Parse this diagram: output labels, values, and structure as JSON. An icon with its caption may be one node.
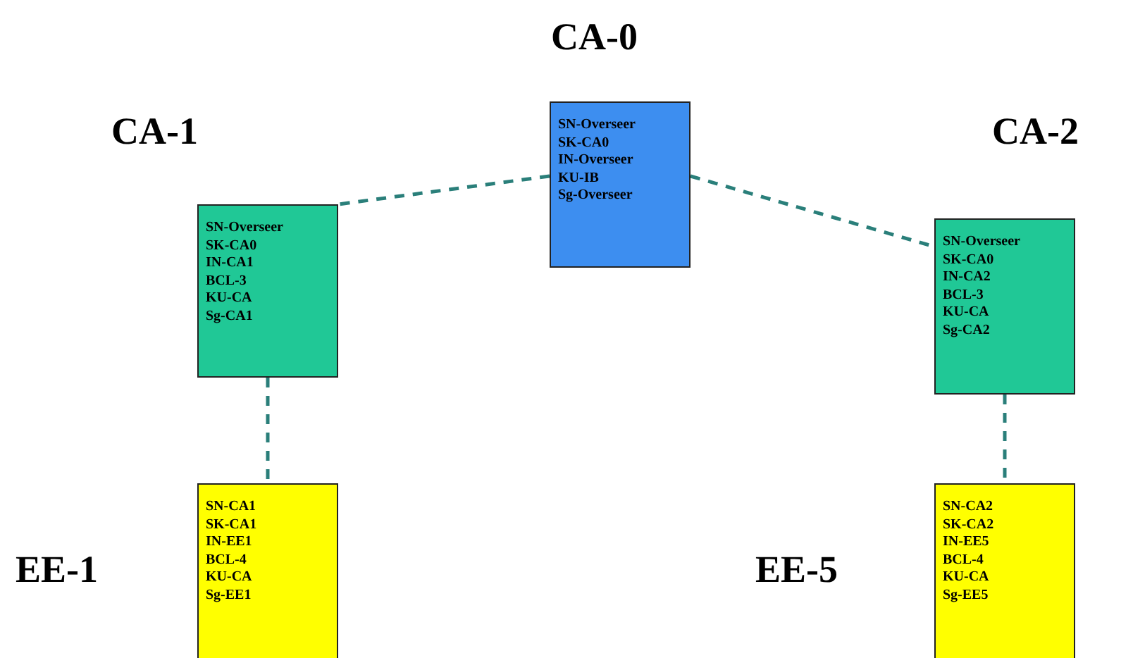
{
  "diagram": {
    "nodes": [
      {
        "text": [
          "CA-0",
          "SN-Overseer",
          "SK-CA0",
          "IN-Overseer",
          "KU-IB",
          "Sg-Overseer"
        ]
      },
      {
        "text": [
          "CA-1",
          "SN-Overseer",
          "SK-CA0",
          "IN-CA1",
          "BCL-3",
          "KU-CA",
          "Sg-CA1"
        ]
      },
      {
        "text": [
          "CA-2",
          "SN-Overseer",
          "SK-CA0",
          "IN-CA2",
          "BCL-3",
          "KU-CA",
          "Sg-CA2"
        ]
      },
      {
        "text": [
          "EE-1",
          "SN-CA1",
          "SK-CA1",
          "IN-EE1",
          "BCL-4",
          "KU-CA",
          "Sg-EE1"
        ]
      },
      {
        "text": [
          "EE-5",
          "SN-CA2",
          "SK-CA2",
          "IN-EE5",
          "BCL-4",
          "KU-CA",
          "Sg-EE5"
        ]
      }
    ],
    "edges": [
      {
        "from": 0,
        "to": 1,
        "arrow": "none",
        "style": "dashed"
      },
      {
        "from": 0,
        "to": 2,
        "arrow": "none",
        "style": "dashed"
      },
      {
        "from": 1,
        "to": 3,
        "arrow": "none",
        "style": "dashed"
      },
      {
        "from": 2,
        "to": 4,
        "arrow": "none",
        "style": "dashed"
      }
    ]
  }
}
